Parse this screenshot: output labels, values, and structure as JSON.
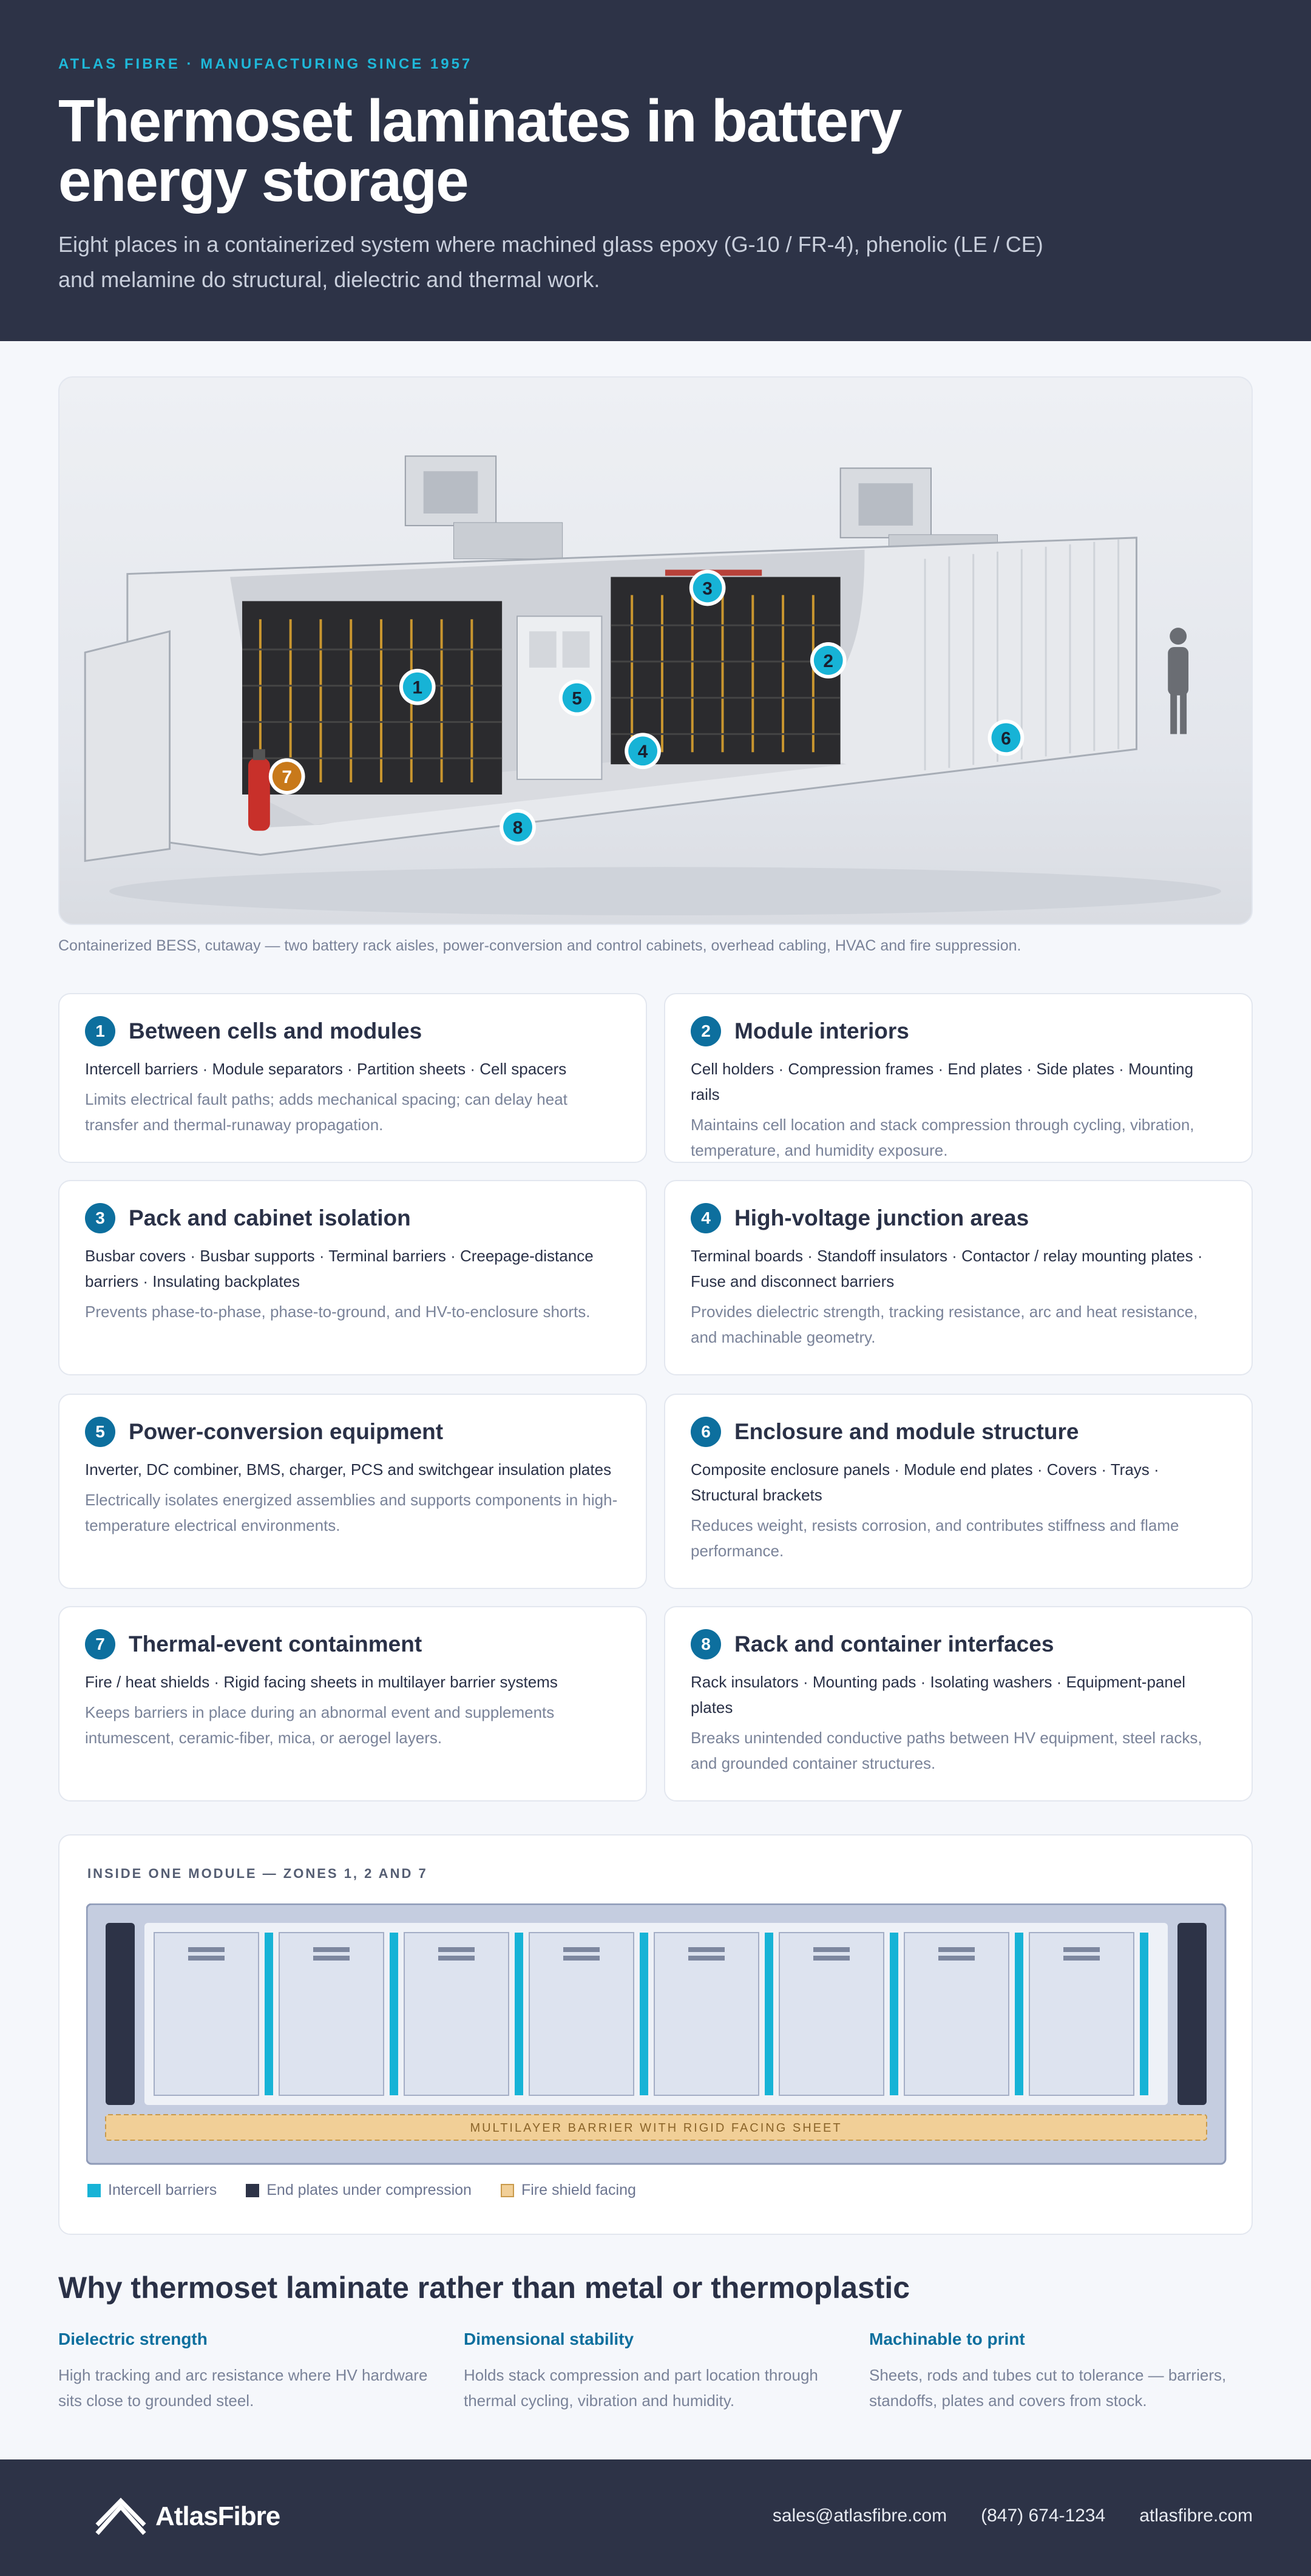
{
  "header": {
    "eyebrow": "ATLAS FIBRE · MANUFACTURING SINCE 1957",
    "title": "Thermoset laminates in battery energy storage",
    "subtitle": "Eight places in a containerized system where machined glass epoxy (G-10 / FR-4), phenolic (LE / CE) and melamine do structural, dielectric and thermal work."
  },
  "hero": {
    "caption": "Containerized BESS, cutaway — two battery rack aisles, power-conversion and control cabinets, overhead cabling, HVAC and fire suppression.",
    "pins": [
      "1",
      "2",
      "3",
      "4",
      "5",
      "6",
      "7",
      "8"
    ]
  },
  "zones": [
    {
      "num": "1",
      "title": "Between cells and modules",
      "parts": "Intercell barriers · Module separators · Partition sheets · Cell spacers",
      "desc": "Limits electrical fault paths; adds mechanical spacing; can delay heat transfer and thermal-runaway propagation."
    },
    {
      "num": "2",
      "title": "Module interiors",
      "parts": "Cell holders · Compression frames · End plates · Side plates · Mounting rails",
      "desc": "Maintains cell location and stack compression through cycling, vibration, temperature, and humidity exposure."
    },
    {
      "num": "3",
      "title": "Pack and cabinet isolation",
      "parts": "Busbar covers · Busbar supports · Terminal barriers · Creepage-distance barriers · Insulating backplates",
      "desc": "Prevents phase-to-phase, phase-to-ground, and HV-to-enclosure shorts."
    },
    {
      "num": "4",
      "title": "High-voltage junction areas",
      "parts": "Terminal boards · Standoff insulators · Contactor / relay mounting plates · Fuse and disconnect barriers",
      "desc": "Provides dielectric strength, tracking resistance, arc and heat resistance, and machinable geometry."
    },
    {
      "num": "5",
      "title": "Power-conversion equipment",
      "parts": "Inverter, DC combiner, BMS, charger, PCS and switchgear insulation plates",
      "desc": "Electrically isolates energized assemblies and supports components in high-temperature electrical environments."
    },
    {
      "num": "6",
      "title": "Enclosure and module structure",
      "parts": "Composite enclosure panels · Module end plates · Covers · Trays · Structural brackets",
      "desc": "Reduces weight, resists corrosion, and contributes stiffness and flame performance."
    },
    {
      "num": "7",
      "title": "Thermal-event containment",
      "parts": "Fire / heat shields · Rigid facing sheets in multilayer barrier systems",
      "desc": "Keeps barriers in place during an abnormal event and supplements intumescent, ceramic-fiber, mica, or aerogel layers."
    },
    {
      "num": "8",
      "title": "Rack and container interfaces",
      "parts": "Rack insulators · Mounting pads · Isolating washers · Equipment-panel plates",
      "desc": "Breaks unintended conductive paths between HV equipment, steel racks, and grounded container structures."
    }
  ],
  "module": {
    "label": "INSIDE ONE MODULE — ZONES 1, 2 AND 7",
    "barrier_label": "MULTILAYER BARRIER WITH RIGID FACING SHEET",
    "legend": [
      {
        "label": "Intercell barriers",
        "color": "#17b3d6"
      },
      {
        "label": "End plates under compression",
        "color": "#2d3347"
      },
      {
        "label": "Fire shield facing",
        "color": "#f1cf97"
      }
    ]
  },
  "why": {
    "title": "Why thermoset laminate rather than metal or thermoplastic",
    "items": [
      {
        "heading": "Dielectric strength",
        "text": "High tracking and arc resistance where HV hardware sits close to grounded steel."
      },
      {
        "heading": "Dimensional stability",
        "text": "Holds stack compression and part location through thermal cycling, vibration and humidity."
      },
      {
        "heading": "Machinable to print",
        "text": "Sheets, rods and tubes cut to tolerance — barriers, standoffs, plates and covers from stock."
      }
    ]
  },
  "footer": {
    "logo_text": "AtlasFibre",
    "email": "sales@atlasfibre.com",
    "phone": "(847) 674-1234",
    "website": "atlasfibre.com"
  },
  "colors": {
    "navy": "#2d3347",
    "accent": "#1fb8d9",
    "badge": "#0d6f9e",
    "pin_orange": "#c8791a"
  }
}
